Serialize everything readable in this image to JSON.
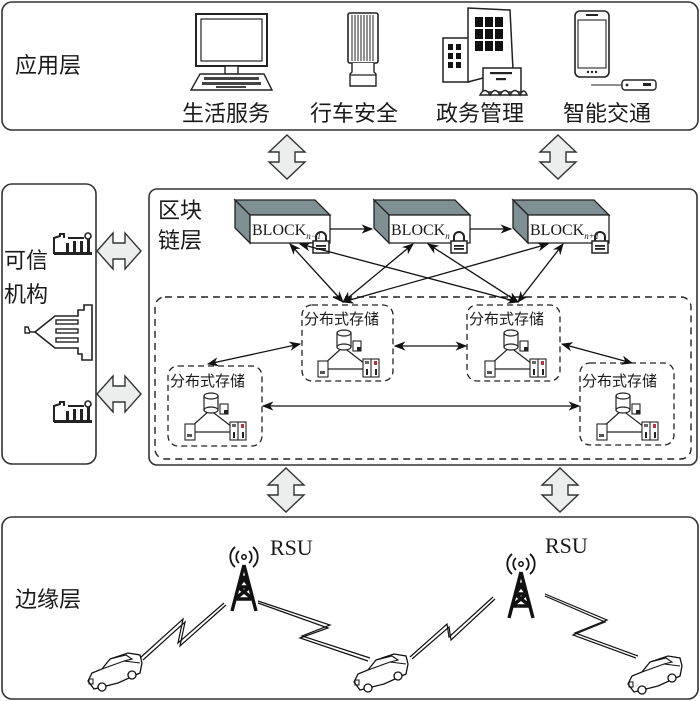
{
  "layers": {
    "application": {
      "title": "应用层",
      "items": [
        {
          "label": "生活服务",
          "icon": "computer-icon"
        },
        {
          "label": "行车安全",
          "icon": "truck-icon"
        },
        {
          "label": "政务管理",
          "icon": "government-building-icon"
        },
        {
          "label": "智能交通",
          "icon": "smartphone-icon"
        }
      ]
    },
    "trusted": {
      "title_line1": "可信",
      "title_line2": "机构",
      "icons": [
        "factory-icon",
        "government-icon",
        "factory-icon"
      ]
    },
    "blockchain": {
      "title_line1": "区块",
      "title_line2": "链层",
      "blocks": [
        {
          "label": "BLOCK",
          "sub": "n−1"
        },
        {
          "label": "BLOCK",
          "sub": "n"
        },
        {
          "label": "BLOCK",
          "sub": "n+1"
        }
      ],
      "storage_label": "分布式存储",
      "storage_nodes": 4
    },
    "edge": {
      "title": "边缘层",
      "rsu_labels": [
        "RSU",
        "RSU"
      ],
      "vehicles": 3
    }
  },
  "colors": {
    "stroke": "#2a2a2a",
    "block_shade": "#7f9094",
    "arrow_fill": "#eceeee",
    "accent_red": "#c0323a"
  }
}
